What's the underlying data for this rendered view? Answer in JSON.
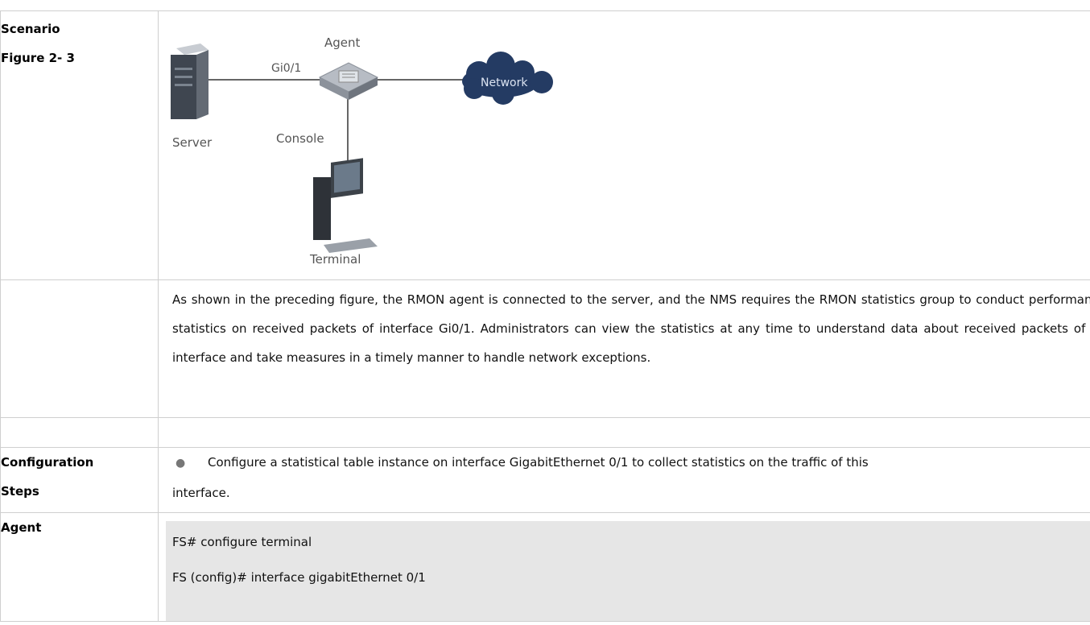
{
  "rows": {
    "scenario": {
      "label": "Scenario",
      "figure_label": "Figure 2- 3"
    },
    "diagram": {
      "agent": "Agent",
      "interface": "Gi0/1",
      "network": "Network",
      "server": "Server",
      "console": "Console",
      "terminal": "Terminal"
    },
    "description": "As shown in the preceding figure, the RMON agent is connected to the server, and the NMS requires the RMON statistics group to conduct performance statistics on received packets of interface Gi0/1. Administrators can view the statistics at any time to understand data about received packets of an interface and take measures in a timely manner to handle network exceptions.",
    "config_steps": {
      "label_line1": "Configuration",
      "label_line2": "Steps",
      "bullet": "●",
      "step_line1": "Configure a statistical table instance on interface GigabitEthernet 0/1 to collect statistics on the traffic of this",
      "step_line2": "interface."
    },
    "agent": {
      "label": "Agent",
      "commands": [
        "FS# configure terminal",
        "FS (config)# interface gigabitEthernet 0/1"
      ]
    }
  },
  "colors": {
    "border": "#cfcfcf",
    "code_bg": "#e6e6e6",
    "cloud": "#243b63"
  }
}
